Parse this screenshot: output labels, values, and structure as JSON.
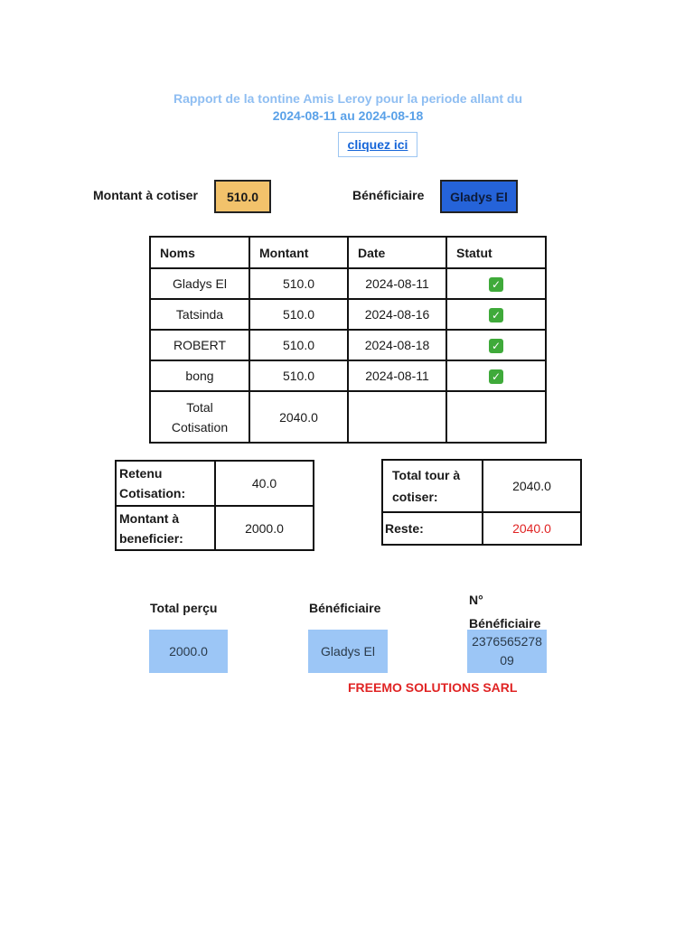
{
  "header": {
    "title_line1": "Rapport de la tontine Amis Leroy pour la periode allant du",
    "title_line2": "2024-08-11 au 2024-08-18",
    "link_label": "cliquez ici"
  },
  "summary": {
    "amount_label": "Montant à cotiser",
    "amount_value": "510.0",
    "beneficiary_label": "Bénéficiaire",
    "beneficiary_value": "Gladys El"
  },
  "colors": {
    "amount_box": "#f2c26b",
    "beneficiary_box": "#2563d9",
    "tile": "#9cc6f6",
    "accent_red": "#e02424"
  },
  "table": {
    "headers": [
      "Noms",
      "Montant",
      "Date",
      "Statut"
    ],
    "rows": [
      {
        "name": "Gladys El",
        "amount": "510.0",
        "date": "2024-08-11",
        "status": "check-icon"
      },
      {
        "name": "Tatsinda",
        "amount": "510.0",
        "date": "2024-08-16",
        "status": "check-icon"
      },
      {
        "name": "ROBERT",
        "amount": "510.0",
        "date": "2024-08-18",
        "status": "check-icon"
      },
      {
        "name": "bong",
        "amount": "510.0",
        "date": "2024-08-11",
        "status": "check-icon"
      }
    ],
    "total_label": "Total Cotisation",
    "total_value": "2040.0"
  },
  "left_box": {
    "retenu_label": "Retenu Cotisation:",
    "retenu_value": "40.0",
    "montant_label": "Montant à beneficier:",
    "montant_value": "2000.0"
  },
  "right_box": {
    "total_tour_label": "Total tour à cotiser:",
    "total_tour_value": "2040.0",
    "reste_label": "Reste:",
    "reste_value": "2040.0"
  },
  "bottom": {
    "total_percu_label": "Total perçu",
    "total_percu_value": "2000.0",
    "beneficiary_label": "Bénéficiaire",
    "beneficiary_value": "Gladys El",
    "number_label": "N° Bénéficiaire",
    "number_value": "237656527809"
  },
  "footer": "FREEMO SOLUTIONS SARL"
}
